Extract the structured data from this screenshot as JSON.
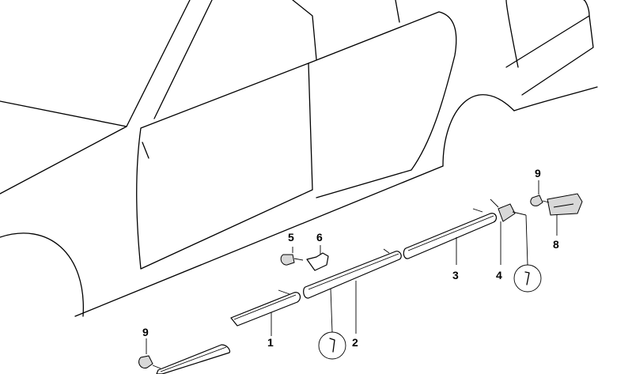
{
  "diagram": {
    "labels": {
      "l1": "1",
      "l2": "2",
      "l3": "3",
      "l4": "4",
      "l5": "5",
      "l6": "6",
      "l8": "8",
      "l9a": "9",
      "l9b": "9"
    },
    "parts": [
      "moulding-front-door",
      "moulding-rear-door",
      "moulding-rear-side",
      "end-cap",
      "clip",
      "fastener",
      "cover",
      "expanding-rivet"
    ]
  }
}
